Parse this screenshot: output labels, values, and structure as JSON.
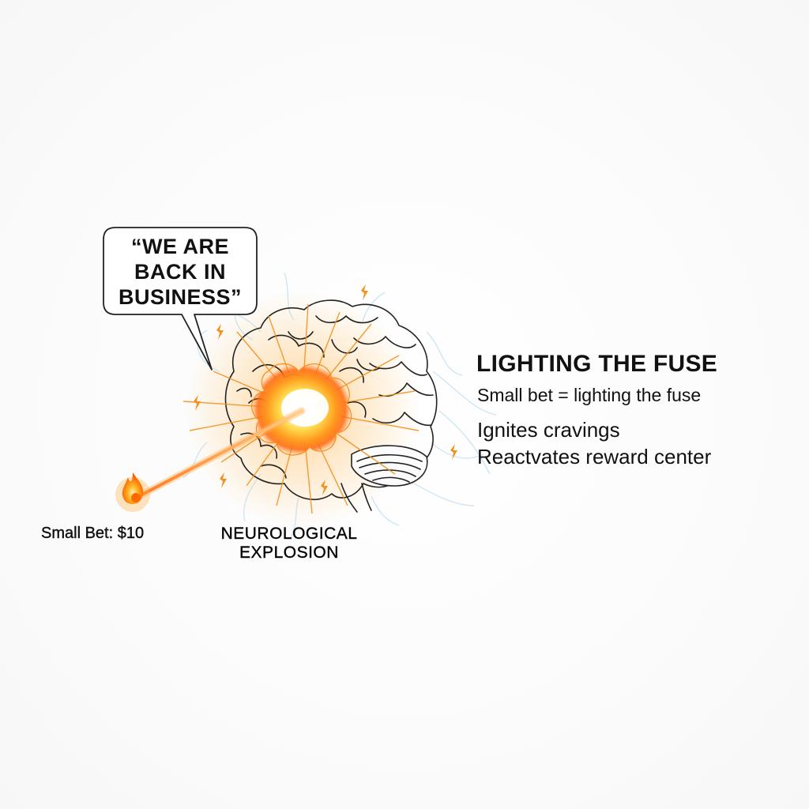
{
  "speech_bubble": {
    "lines": [
      "“WE ARE",
      "BACK IN",
      "BUSINESS”"
    ]
  },
  "match": {
    "label": "Small Bet: $10"
  },
  "explosion": {
    "label_lines": [
      "NEUROLOGICAL",
      "EXPLOSION"
    ]
  },
  "panel": {
    "title": "LIGHTING THE FUSE",
    "subtitle": "Small bet = lighting the fuse",
    "items": [
      "Ignites cravings",
      "Reactvates reward center"
    ]
  },
  "colors": {
    "flame": "#ff8a1c",
    "spark": "#f29220",
    "core": "#ffffff",
    "nerve": "#cfe6f5",
    "outline": "#222222"
  }
}
